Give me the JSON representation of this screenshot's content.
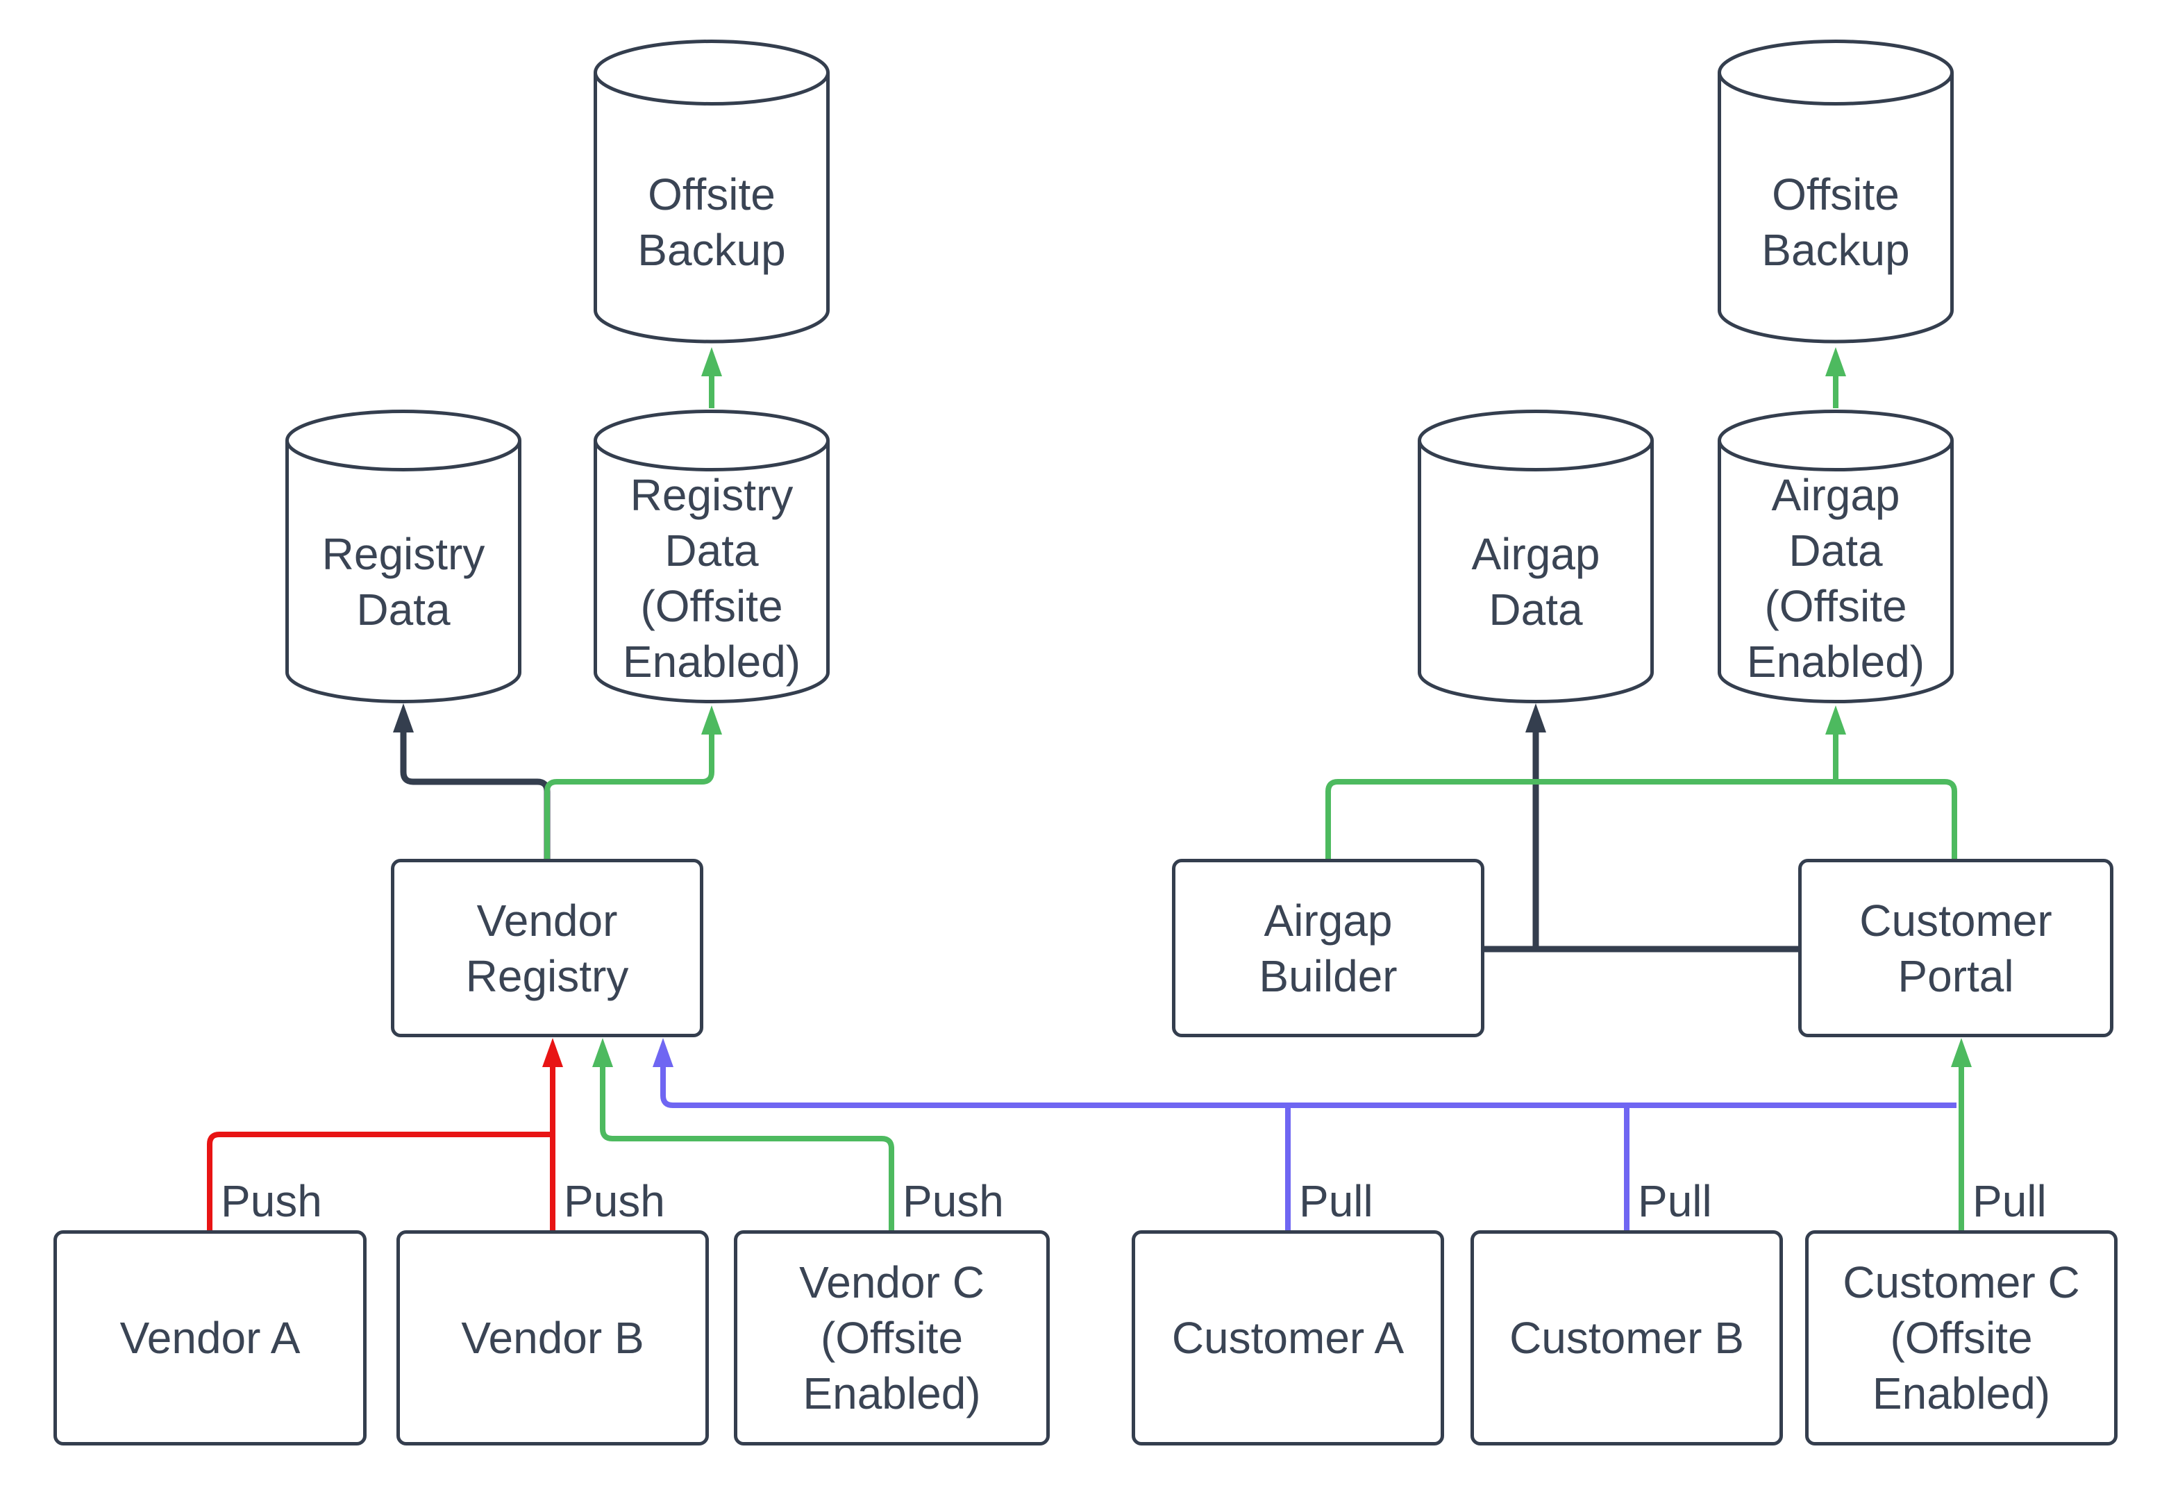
{
  "colors": {
    "slate": "#343e4e",
    "text": "#3a4454",
    "green": "#4dba5f",
    "red": "#e81414",
    "blue": "#6f66f2",
    "bg": "#ffffff"
  },
  "nodes": {
    "offsite_backup_left": {
      "label": "Offsite\nBackup"
    },
    "registry_data": {
      "label": "Registry\nData"
    },
    "registry_data_offsite": {
      "label": "Registry\nData\n(Offsite\nEnabled)"
    },
    "vendor_registry": {
      "label": "Vendor\nRegistry"
    },
    "vendor_a": {
      "label": "Vendor A"
    },
    "vendor_b": {
      "label": "Vendor B"
    },
    "vendor_c": {
      "label": "Vendor C\n(Offsite\nEnabled)"
    },
    "airgap_data": {
      "label": "Airgap\nData"
    },
    "airgap_data_offsite": {
      "label": "Airgap\nData\n(Offsite\nEnabled)"
    },
    "offsite_backup_right": {
      "label": "Offsite\nBackup"
    },
    "airgap_builder": {
      "label": "Airgap\nBuilder"
    },
    "customer_portal": {
      "label": "Customer\nPortal"
    },
    "customer_a": {
      "label": "Customer A"
    },
    "customer_b": {
      "label": "Customer B"
    },
    "customer_c": {
      "label": "Customer C\n(Offsite\nEnabled)"
    }
  },
  "edge_labels": {
    "push_vendor_a": "Push",
    "push_vendor_b": "Push",
    "push_vendor_c": "Push",
    "pull_customer_a": "Pull",
    "pull_customer_b": "Pull",
    "pull_customer_c": "Pull"
  }
}
